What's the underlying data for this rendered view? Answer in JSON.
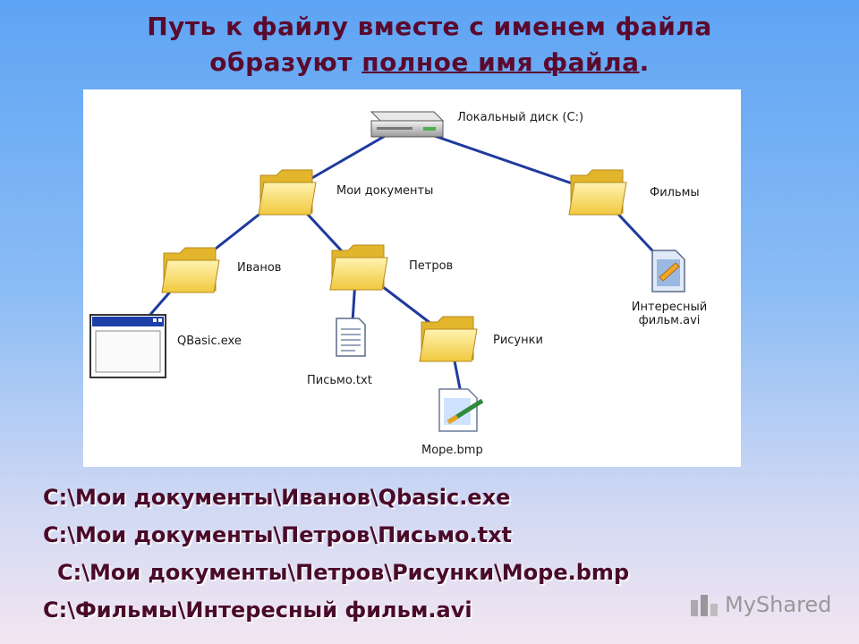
{
  "title": {
    "line1": "Путь к файлу вместе с именем файла",
    "line2_prefix": "образуют ",
    "line2_term": "полное имя файла",
    "line2_suffix": "."
  },
  "tree": {
    "drive": "Локальный диск (C:)",
    "my_documents": "Мои документы",
    "films": "Фильмы",
    "ivanov": "Иванов",
    "petrov": "Петров",
    "qbasic": "QBasic.exe",
    "letter": "Письмо.txt",
    "pictures": "Рисунки",
    "sea": "Море.bmp",
    "movie_line1": "Интересный",
    "movie_line2": "фильм.avi"
  },
  "paths": [
    "C:\\Мои документы\\Иванов\\Qbasic.exe",
    "C:\\Мои документы\\Петров\\Письмо.txt",
    "C:\\Мои документы\\Петров\\Рисунки\\Море.bmp",
    "C:\\Фильмы\\Интересный фильм.avi"
  ],
  "watermark": {
    "text": "MyShared",
    "icon": "myshared-logo-icon"
  },
  "colors": {
    "title": "#5b0a2e",
    "paths": "#4a0a2a",
    "tree_lines": "#1f3a9e",
    "folder": "#f7d560"
  }
}
